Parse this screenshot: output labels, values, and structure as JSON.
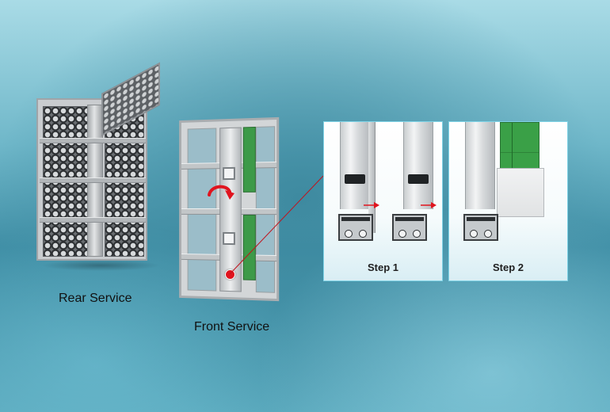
{
  "captions": {
    "rear": "Rear Service",
    "front": "Front Service"
  },
  "steps": [
    {
      "label": "Step 1"
    },
    {
      "label": "Step 2"
    }
  ],
  "colors": {
    "accent_red": "#e0141e",
    "panel_border": "#7fd3e6",
    "pcb_green": "#3aa047",
    "frame_gray": "#c9cccf"
  },
  "icons": {
    "rotate": "curved-rotate-arrow-icon",
    "marker": "red-dot-marker-icon",
    "direction": "right-arrow-icon"
  }
}
